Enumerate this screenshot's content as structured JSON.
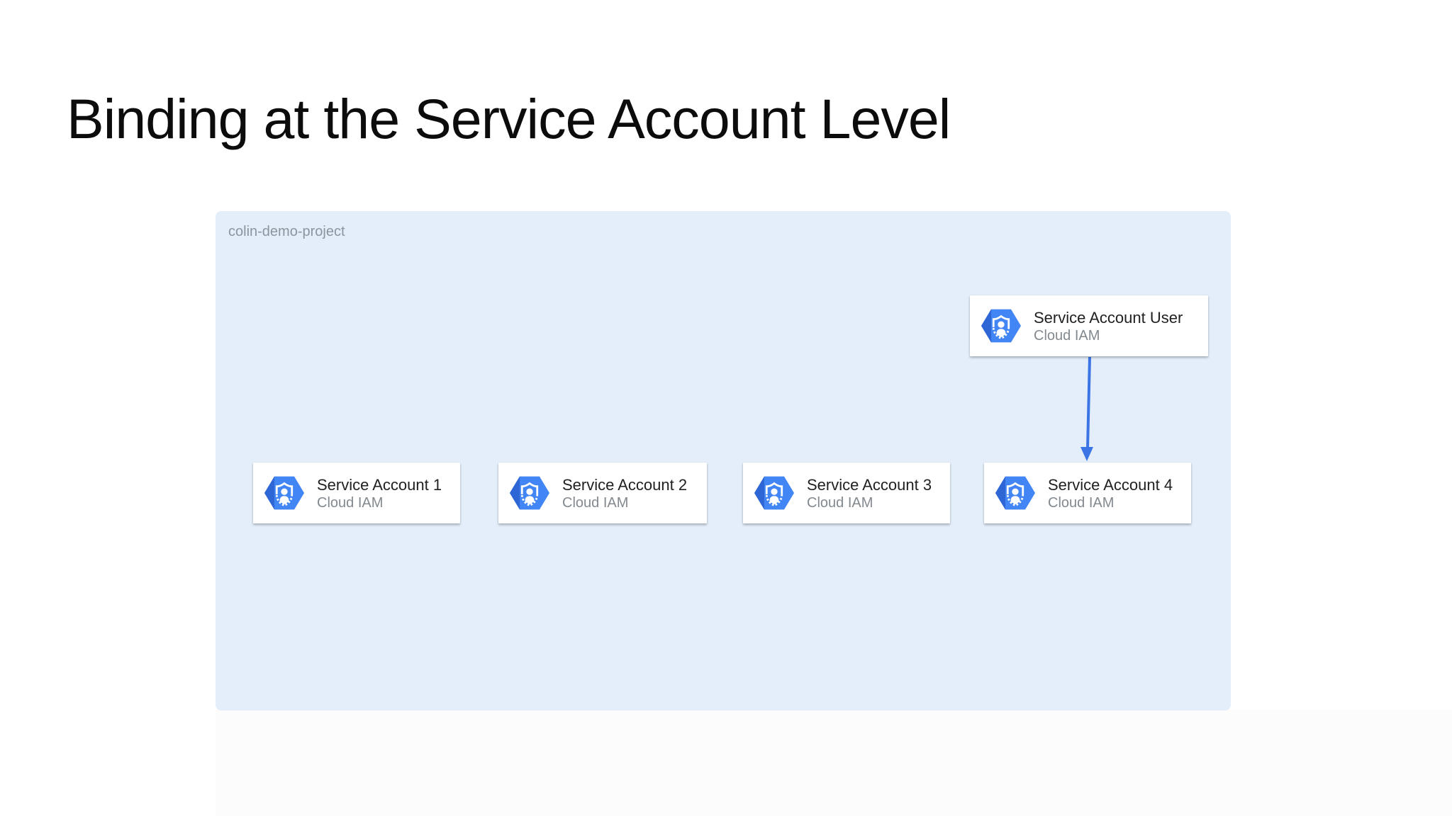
{
  "title": "Binding at the Service Account Level",
  "project": {
    "label": "colin-demo-project"
  },
  "cards": {
    "user": {
      "title": "Service Account User",
      "subtitle": "Cloud IAM",
      "icon": "cloud-iam-icon"
    },
    "row": [
      {
        "title": "Service Account 1",
        "subtitle": "Cloud IAM",
        "icon": "cloud-iam-icon"
      },
      {
        "title": "Service Account 2",
        "subtitle": "Cloud IAM",
        "icon": "cloud-iam-icon"
      },
      {
        "title": "Service Account 3",
        "subtitle": "Cloud IAM",
        "icon": "cloud-iam-icon"
      },
      {
        "title": "Service Account 4",
        "subtitle": "Cloud IAM",
        "icon": "cloud-iam-icon"
      }
    ]
  },
  "arrow": {
    "from": "Service Account User",
    "to": "Service Account 4"
  },
  "colors": {
    "panel_bg": "#e3eefa",
    "hexagon_main": "#4285f4",
    "hexagon_dark": "#2f66d6",
    "arrow_blue": "#3b74e4",
    "card_title": "#212121",
    "card_subtitle": "#82898f",
    "project_label": "#8c959d"
  }
}
